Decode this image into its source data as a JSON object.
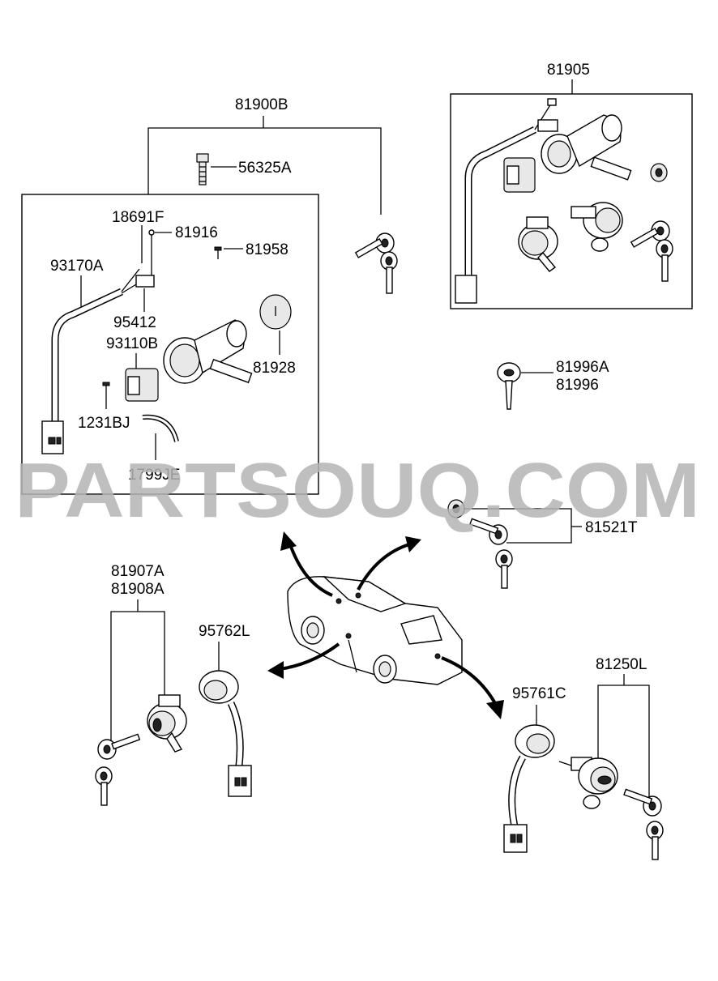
{
  "labels": {
    "p81900B": "81900B",
    "p56325A": "56325A",
    "p18691F": "18691F",
    "p81916": "81916",
    "p81958": "81958",
    "p93170A": "93170A",
    "p95412": "95412",
    "p93110B": "93110B",
    "p81928": "81928",
    "p1231BJ": "1231BJ",
    "p1799JE": "1799JE",
    "p81905": "81905",
    "p81996A": "81996A",
    "p81996": "81996",
    "p81521T": "81521T",
    "p81907A": "81907A",
    "p81908A": "81908A",
    "p95762L": "95762L",
    "p95761C": "95761C",
    "p81250L": "81250L"
  },
  "watermark": "PARTSOUQ.COM"
}
